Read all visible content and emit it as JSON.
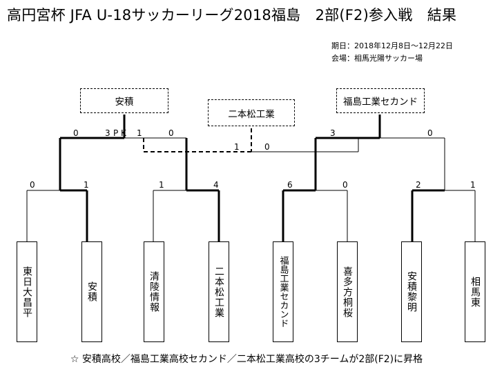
{
  "title": "高円宮杯 JFA U-18サッカーリーグ2018福島　2部(F2)参入戦　結果",
  "period": "期日：2018年12月8日～12月22日",
  "venue": "会場：相馬光陽サッカー場",
  "winners": {
    "left": "安積",
    "center": "二本松工業",
    "right": "福島工業セカンド"
  },
  "teams": [
    "東日大昌平",
    "安積",
    "清陵情報",
    "二本松工業",
    "福島工業セカンド",
    "喜多方桐桜",
    "安積黎明",
    "相馬東"
  ],
  "scores": {
    "r1_s1": "0",
    "r1_s2": "1",
    "r1_s3": "1",
    "r1_s4": "4",
    "r1_s5": "6",
    "r1_s6": "0",
    "r1_s7": "2",
    "r1_s8": "1",
    "sf_left_a": "0",
    "sf_left_b": "3",
    "pk": "P K",
    "sf_left_c": "1",
    "sf_left_d": "0",
    "sf_right_a": "3",
    "sf_right_b": "0",
    "center_a": "1",
    "center_b": "0"
  },
  "footer": "☆ 安積高校／福島工業高校セカンド／二本松工業高校の3チームが2部(F2)に昇格"
}
